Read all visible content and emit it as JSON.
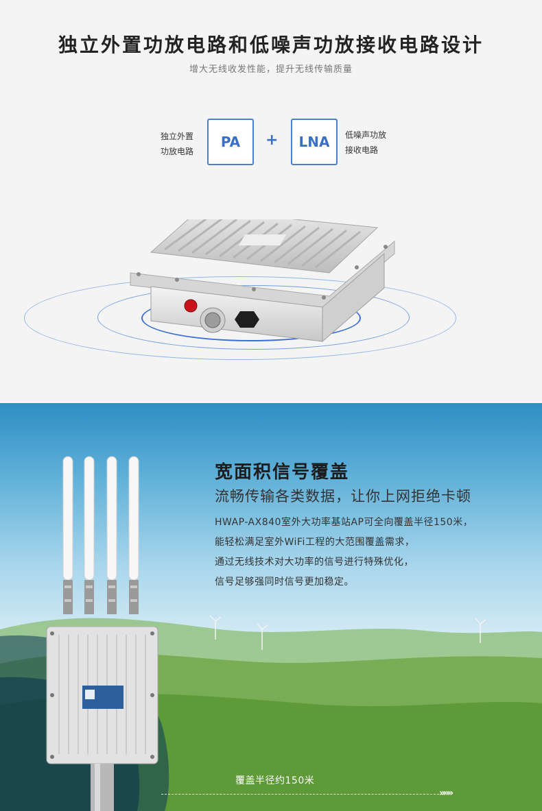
{
  "top": {
    "title": "独立外置功放电路和低噪声功放接收电路设计",
    "subtitle": "增大无线收发性能，提升无线传输质量",
    "left_label_line1": "独立外置",
    "left_label_line2": "功放电路",
    "pa_label": "PA",
    "plus": "+",
    "lna_label": "LNA",
    "right_label_line1": "低噪声功放",
    "right_label_line2": "接收电路"
  },
  "bottom": {
    "title": "宽面积信号覆盖",
    "subtitle": "流畅传输各类数据，让你上网拒绝卡顿",
    "desc": [
      "HWAP-AX840室外大功率基站AP可全向覆盖半径150米，",
      "能轻松满足室外WiFi工程的大范围覆盖需求，",
      "通过无线技术对大功率的信号进行特殊优化，",
      "信号足够强同时信号更加稳定。"
    ],
    "radius_label": "覆盖半径约150米",
    "arrows": "»»»"
  },
  "colors": {
    "accent_blue": "#3a6fc6",
    "title_text": "#222222"
  }
}
